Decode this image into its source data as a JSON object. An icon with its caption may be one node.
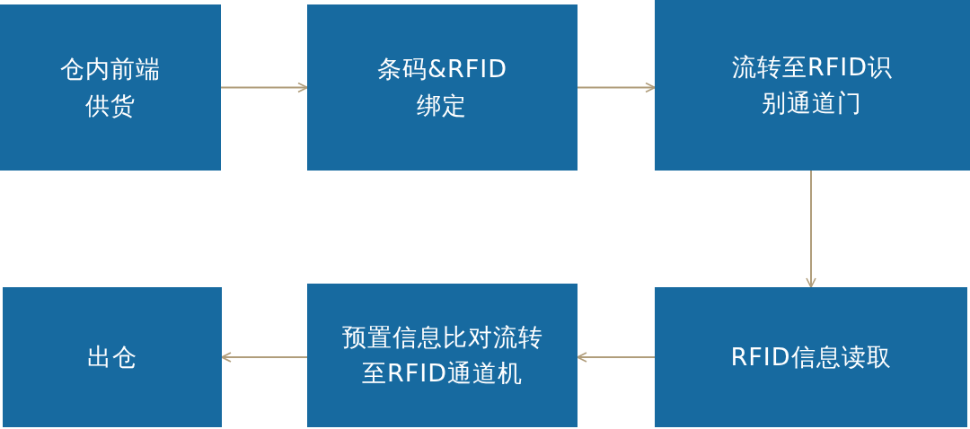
{
  "diagram": {
    "nodes": [
      {
        "text": [
          "仓内前端供货"
        ]
      },
      {
        "text": [
          "条码&RFID绑定"
        ]
      },
      {
        "text": [
          "流转至RFID识别通道门"
        ]
      },
      {
        "text": [
          "RFID信息读取"
        ]
      },
      {
        "text": [
          "预置信息比对流转至RFID通道机"
        ]
      },
      {
        "text": [
          "出仓"
        ]
      }
    ],
    "edges": [
      {
        "from": 0,
        "to": 1,
        "arrow": "to"
      },
      {
        "from": 1,
        "to": 2,
        "arrow": "to"
      },
      {
        "from": 2,
        "to": 3,
        "arrow": "to"
      },
      {
        "from": 3,
        "to": 4,
        "arrow": "to"
      },
      {
        "from": 4,
        "to": 5,
        "arrow": "to"
      }
    ]
  }
}
